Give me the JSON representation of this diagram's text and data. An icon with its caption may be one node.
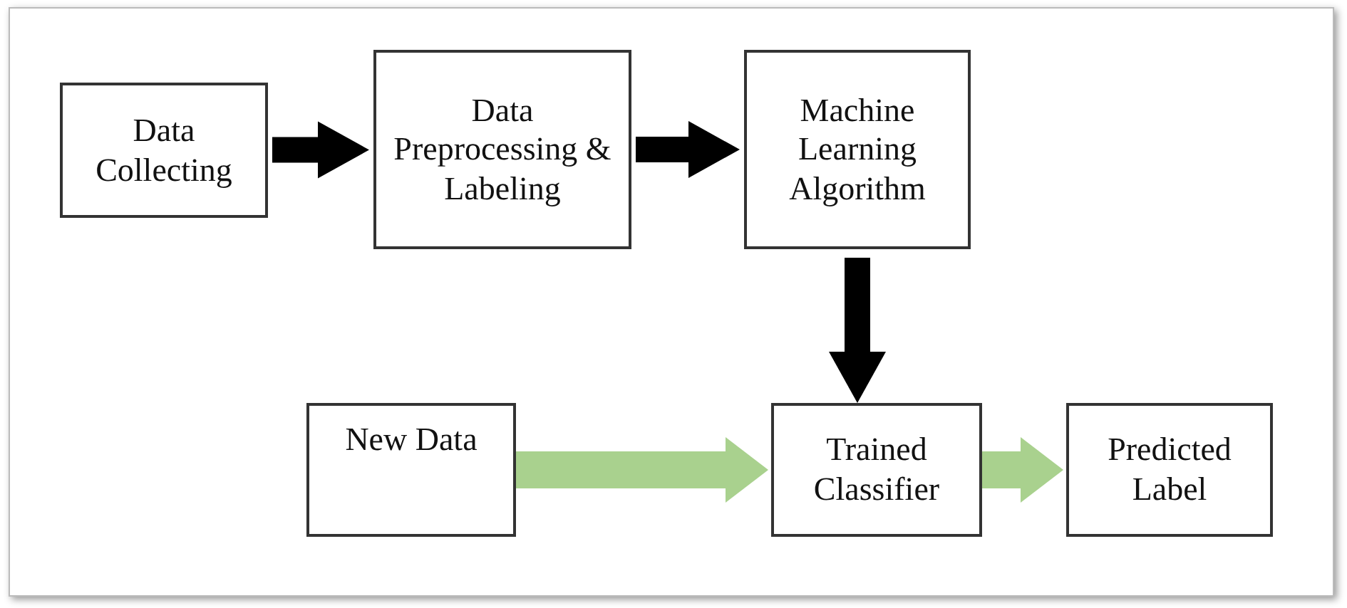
{
  "diagram": {
    "nodes": [
      {
        "text": [
          "Data Collecting"
        ]
      },
      {
        "text": [
          "Data Preprocessing & Labeling"
        ]
      },
      {
        "text": [
          "Machine Learning Algorithm"
        ]
      },
      {
        "text": [
          "New Data"
        ]
      },
      {
        "text": [
          "Trained Classifier"
        ]
      },
      {
        "text": [
          "Predicted Label"
        ]
      }
    ],
    "edges": [
      {
        "from": 0,
        "to": 1,
        "arrow": "to"
      },
      {
        "from": 1,
        "to": 2,
        "arrow": "to"
      },
      {
        "from": 2,
        "to": 4,
        "arrow": "to"
      },
      {
        "from": 3,
        "to": 4,
        "arrow": "to",
        "color": "#a9d18e"
      },
      {
        "from": 4,
        "to": 5,
        "arrow": "to",
        "color": "#a9d18e"
      }
    ]
  }
}
